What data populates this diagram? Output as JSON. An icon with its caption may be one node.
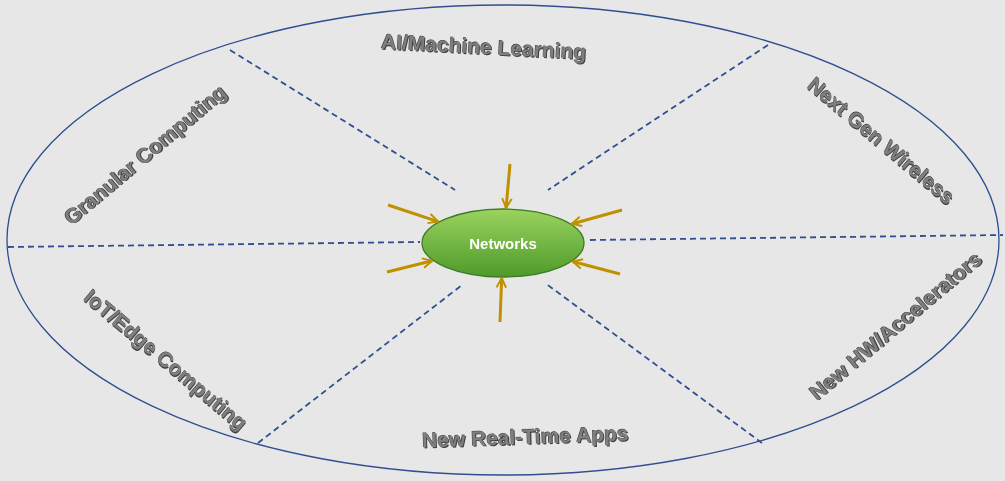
{
  "diagram": {
    "nodes": [
      {
        "text": [],
        "shape": "ellipse"
      },
      {
        "text": [
          "Networks"
        ],
        "in": 0
      }
    ],
    "edges": [
      {
        "from": null,
        "to": 1,
        "arrow": "to"
      },
      {
        "from": null,
        "to": 1,
        "arrow": "to"
      },
      {
        "from": null,
        "to": 1,
        "arrow": "to"
      },
      {
        "from": null,
        "to": 1,
        "arrow": "to"
      },
      {
        "from": null,
        "to": 1,
        "arrow": "to"
      },
      {
        "from": null,
        "to": 1,
        "arrow": "to"
      }
    ],
    "labels": [
      "AI/Machine Learning",
      "Granular Computing",
      "Next Gen Wireless",
      "IoT/Edge Computing",
      "New HW/Accelerators",
      "New Real-Time Apps"
    ]
  }
}
